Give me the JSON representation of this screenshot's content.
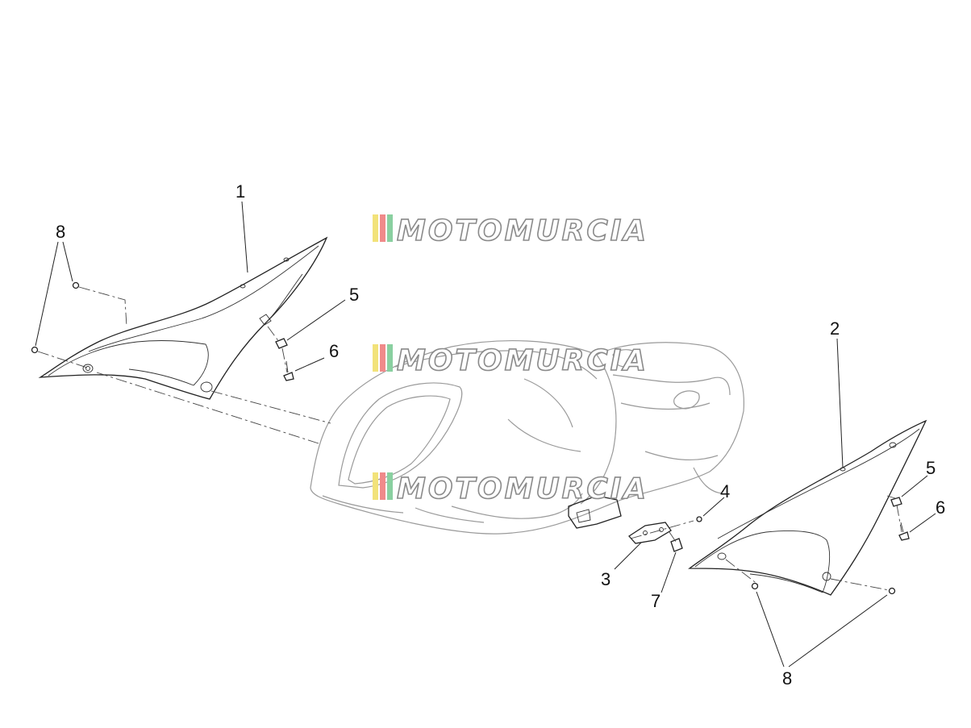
{
  "watermark": {
    "text": "MOTOMURCIA",
    "stripe_colors": [
      "#f2e27a",
      "#f08a8a",
      "#8ad0a0"
    ]
  },
  "callouts": {
    "c1": "1",
    "c2": "2",
    "c3": "3",
    "c4": "4",
    "c5_left": "5",
    "c5_right": "5",
    "c6_left": "6",
    "c6_right": "6",
    "c7": "7",
    "c8_left": "8",
    "c8_right": "8"
  }
}
